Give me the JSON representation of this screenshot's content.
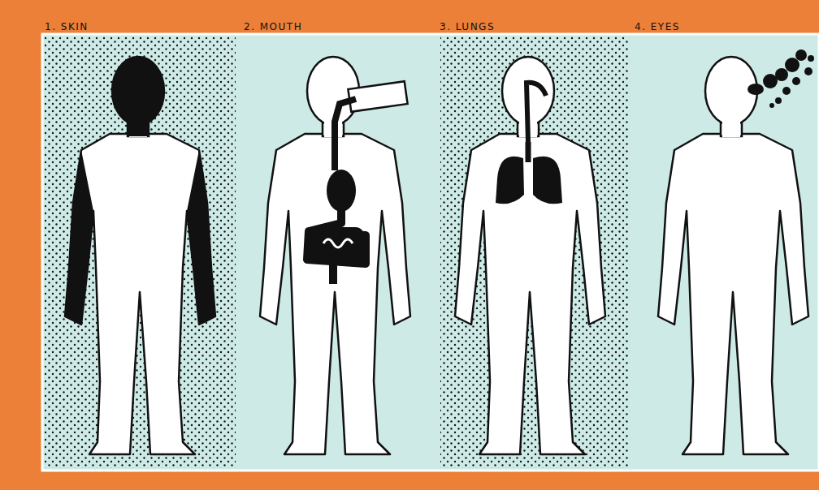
{
  "diagram": {
    "labels": [
      "1. SKIN",
      "2. MOUTH",
      "3. LUNGS",
      "4. EYES"
    ]
  }
}
